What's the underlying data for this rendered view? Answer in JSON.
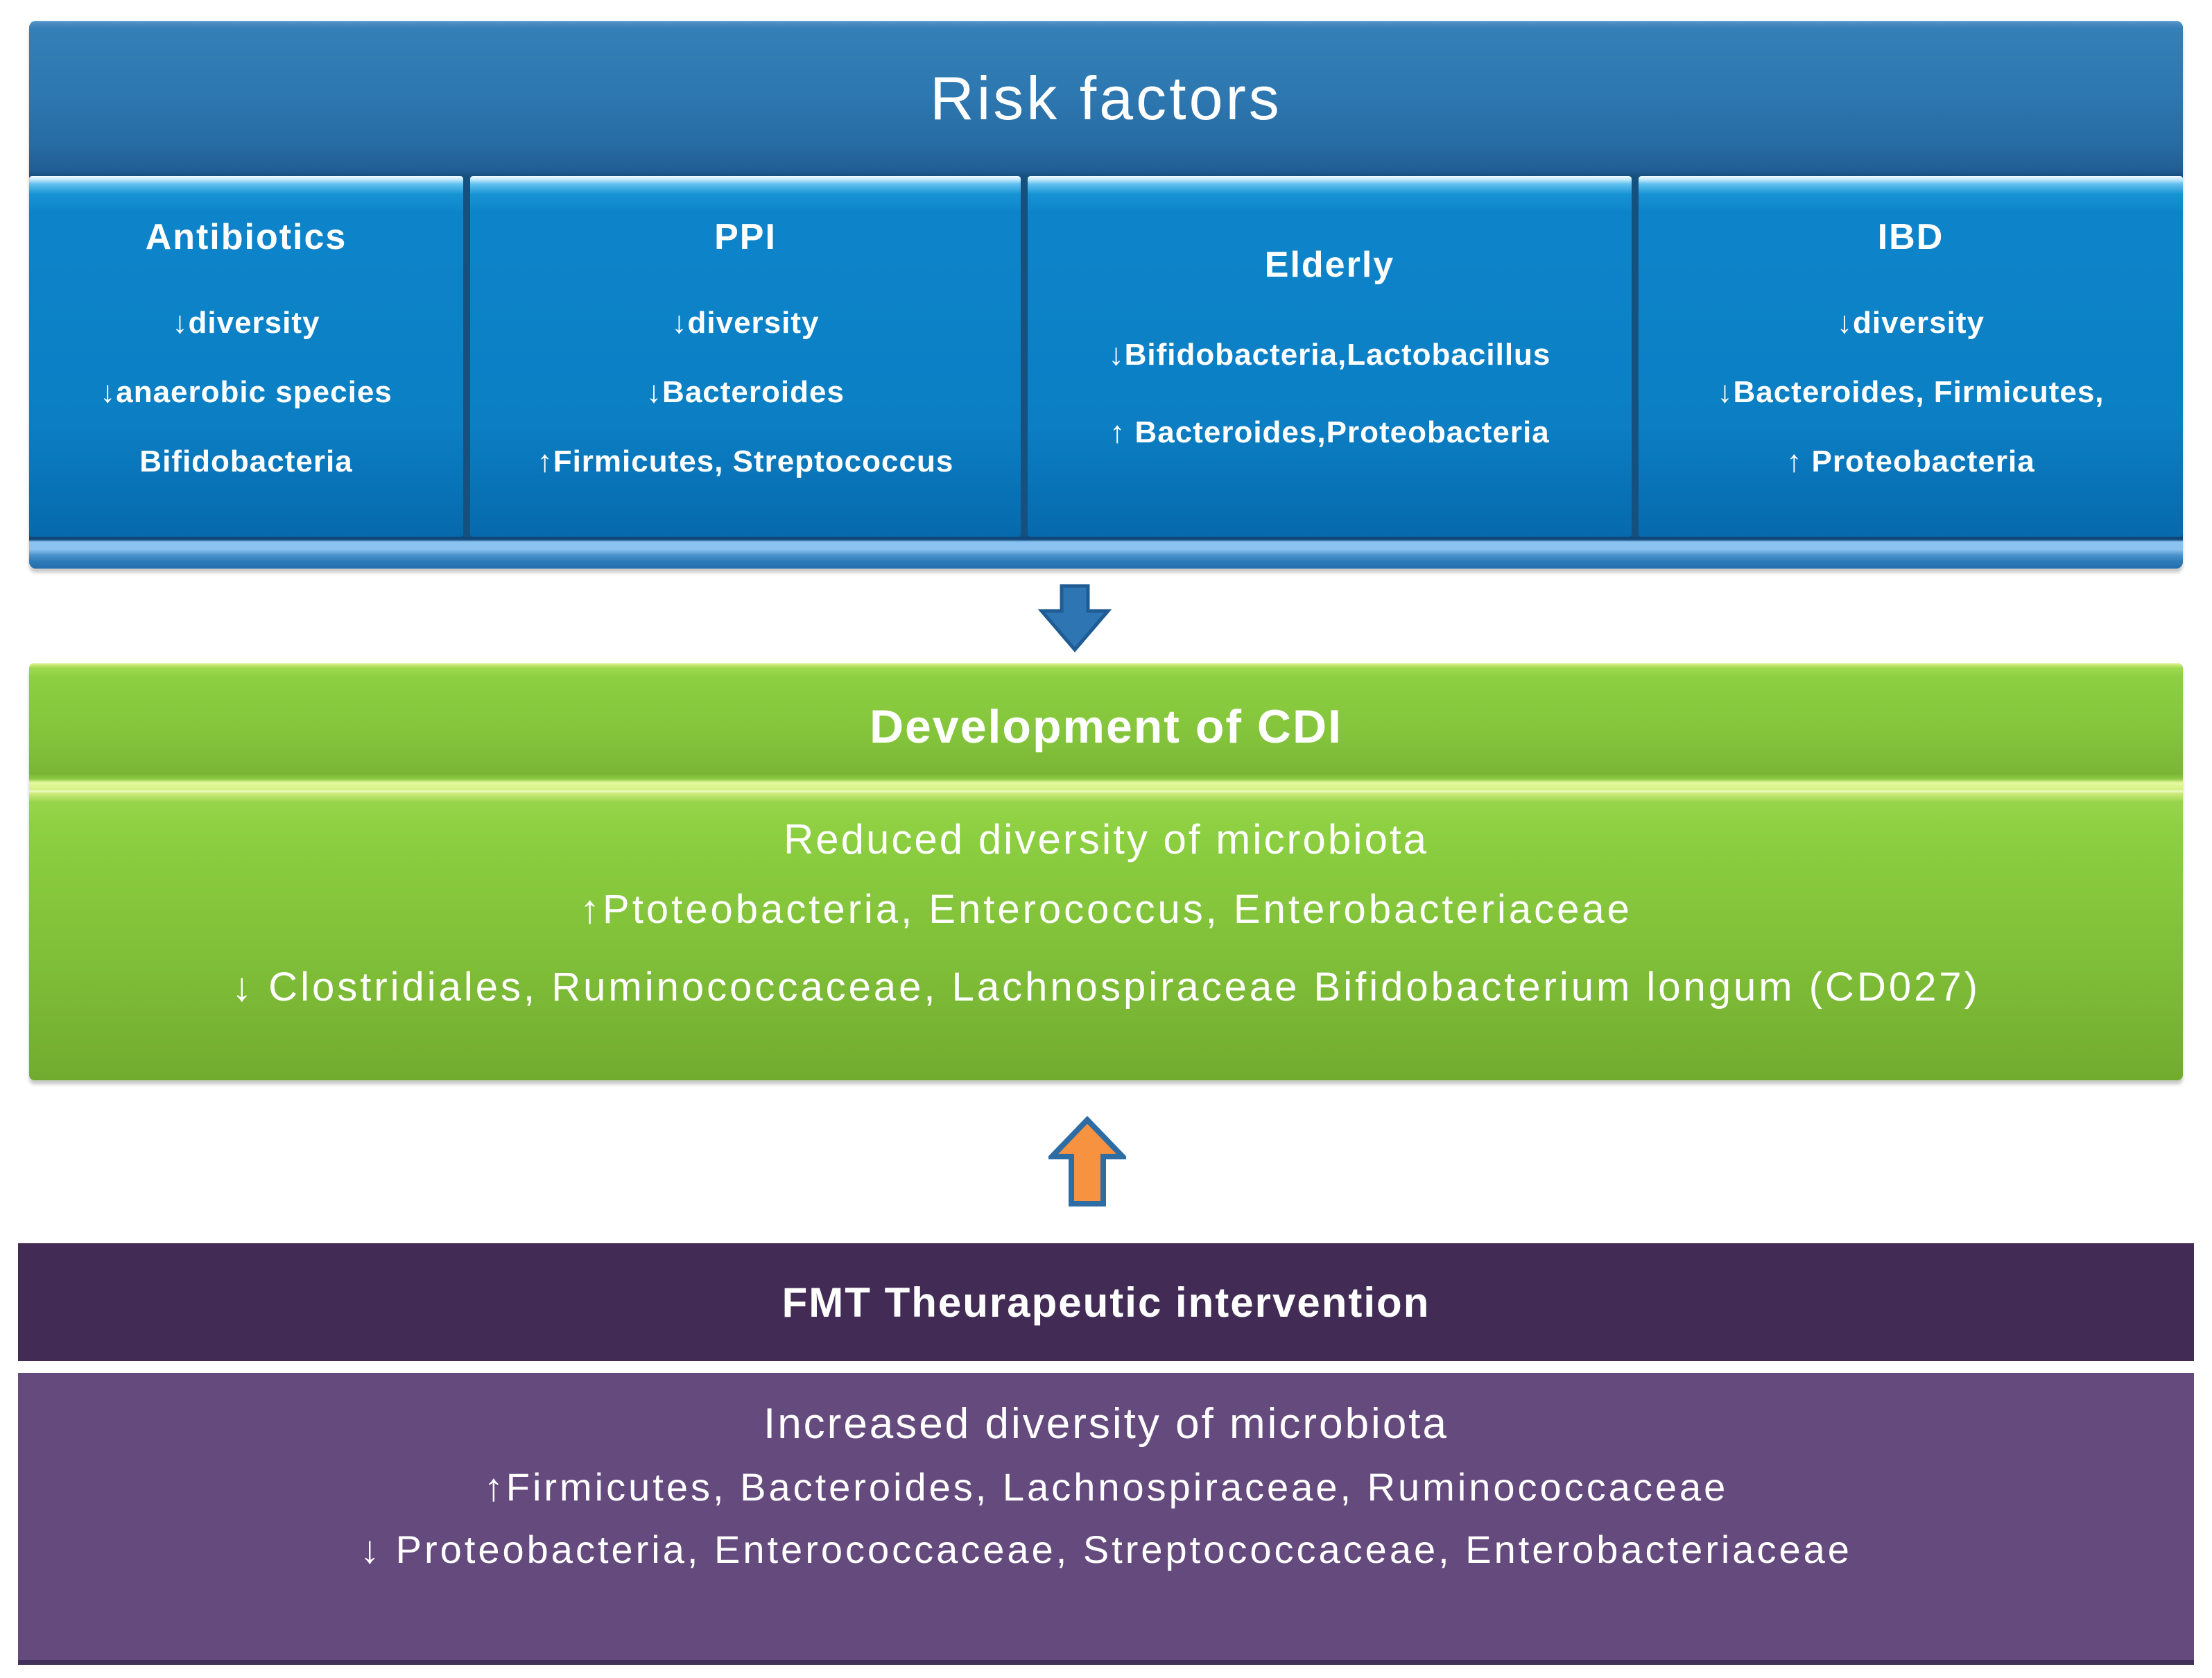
{
  "colors": {
    "risk_header_blue": "#2e78b1",
    "risk_box_blue": "#0c80c5",
    "green": "#8ccf40",
    "dark_purple": "#422c55",
    "light_purple": "#654a7e",
    "down_arrow_fill": "#2d75b3",
    "up_arrow_fill": "#f79240",
    "arrow_outline_blue": "#2e6da4",
    "text": "#ffffff"
  },
  "risk": {
    "title": "Risk factors",
    "boxes": [
      {
        "title": "Antibiotics",
        "lines": [
          "↓diversity",
          "↓anaerobic species",
          "Bifidobacteria"
        ]
      },
      {
        "title": "PPI",
        "lines": [
          "↓diversity",
          "↓Bacteroides",
          "↑Firmicutes, Streptococcus"
        ]
      },
      {
        "title": "Elderly",
        "lines": [
          "↓Bifidobacteria,Lactobacillus",
          "↑ Bacteroides,Proteobacteria"
        ]
      },
      {
        "title": "IBD",
        "lines": [
          "↓diversity",
          "↓Bacteroides, Firmicutes,",
          "↑ Proteobacteria"
        ]
      }
    ]
  },
  "development": {
    "title": "Development of CDI",
    "subtitle": "Reduced diversity of microbiota",
    "lines": [
      "↑Ptoteobacteria, Enterococcus, Enterobacteriaceae",
      "↓ Clostridiales, Ruminococcaceae, Lachnospiraceae Bifidobacterium longum (CD027)"
    ]
  },
  "fmt": {
    "title": "FMT Theurapeutic intervention",
    "subtitle": "Increased diversity of microbiota",
    "lines": [
      "↑Firmicutes, Bacteroides, Lachnospiraceae, Ruminococcaceae",
      "↓ Proteobacteria, Enterococcaceae, Streptococcaceae, Enterobacteriaceae"
    ]
  },
  "icons": {
    "down_arrow": "down-arrow-icon",
    "up_arrow": "up-arrow-icon"
  }
}
